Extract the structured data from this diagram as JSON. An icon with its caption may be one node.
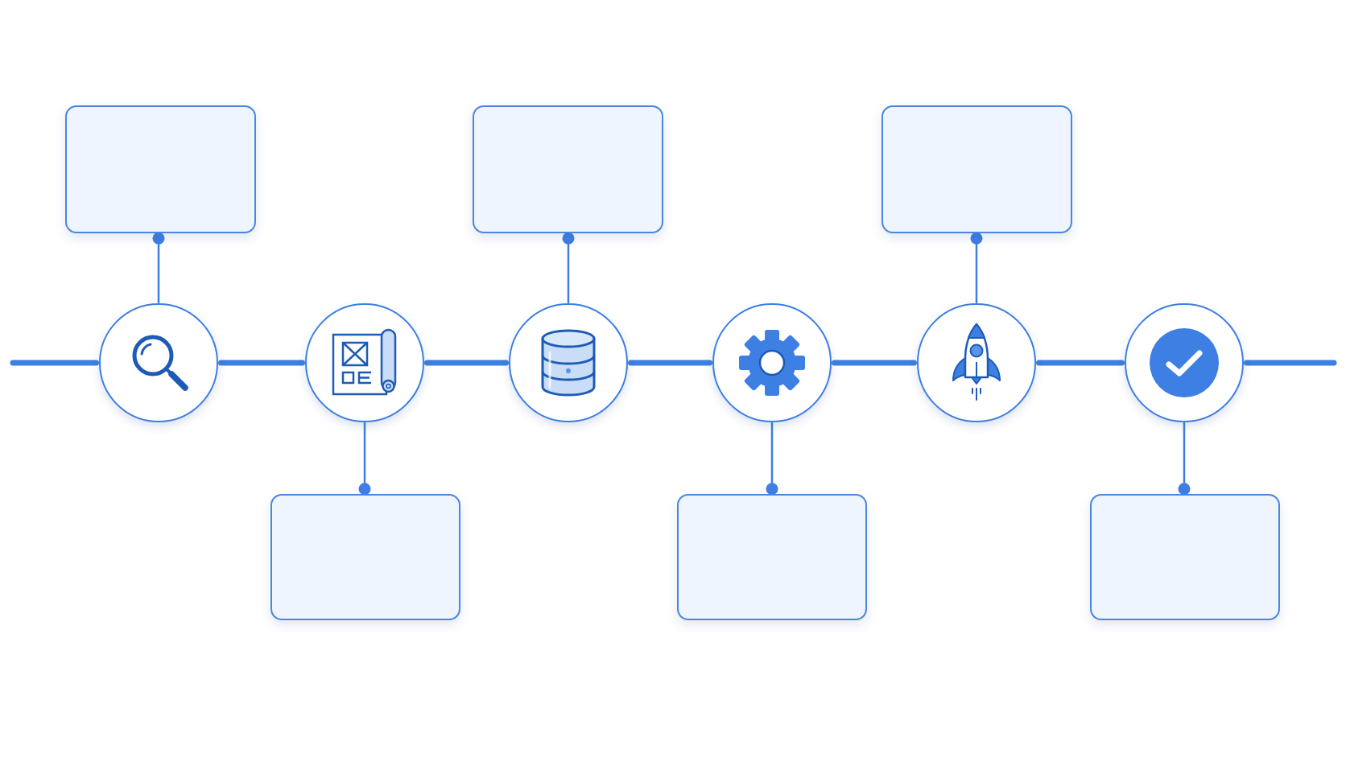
{
  "diagram": {
    "nodes": [
      {
        "text": [],
        "shape": "box"
      },
      {
        "text": [],
        "shape": "box"
      },
      {
        "text": [],
        "shape": "box"
      },
      {
        "text": [],
        "shape": "circle"
      },
      {
        "text": [],
        "shape": "circle"
      },
      {
        "text": [],
        "shape": "circle"
      },
      {
        "text": [],
        "shape": "circle"
      },
      {
        "text": [],
        "shape": "circle"
      },
      {
        "text": [],
        "shape": "circle"
      },
      {
        "text": [],
        "shape": "box"
      },
      {
        "text": [],
        "shape": "box"
      },
      {
        "text": [],
        "shape": "box"
      }
    ],
    "edges": [
      {
        "from": null,
        "to": 3,
        "arrow": "none"
      },
      {
        "from": 3,
        "to": 4,
        "arrow": "none"
      },
      {
        "from": 4,
        "to": 5,
        "arrow": "none"
      },
      {
        "from": 5,
        "to": 6,
        "arrow": "none"
      },
      {
        "from": 6,
        "to": 7,
        "arrow": "none"
      },
      {
        "from": 7,
        "to": 8,
        "arrow": "none"
      },
      {
        "from": 8,
        "to": null,
        "arrow": "none"
      },
      {
        "from": 3,
        "to": 0,
        "arrow": "other"
      },
      {
        "from": 4,
        "to": 9,
        "arrow": "other"
      },
      {
        "from": 5,
        "to": 1,
        "arrow": "other"
      },
      {
        "from": 6,
        "to": 10,
        "arrow": "other"
      },
      {
        "from": 7,
        "to": 2,
        "arrow": "other"
      },
      {
        "from": 8,
        "to": 11,
        "arrow": "other"
      }
    ]
  }
}
